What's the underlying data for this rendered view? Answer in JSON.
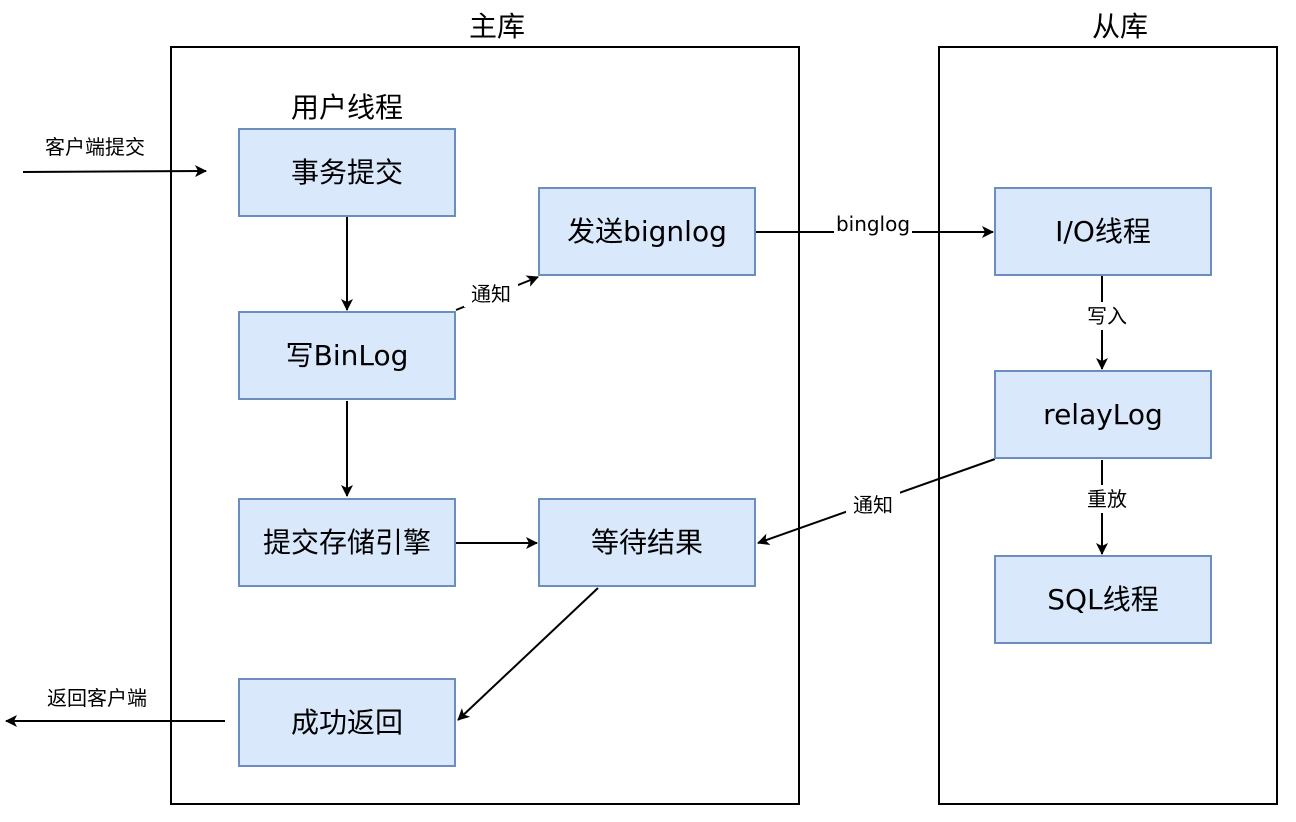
{
  "containers": {
    "master": {
      "title": "主库",
      "group_title": "用户线程"
    },
    "slave": {
      "title": "从库"
    }
  },
  "nodes": {
    "txn_commit": "事务提交",
    "write_binlog": "写BinLog",
    "send_binlog": "发送bignlog",
    "commit_engine": "提交存储引擎",
    "wait_result": "等待结果",
    "return_success": "成功返回",
    "io_thread": "I/O线程",
    "relay_log": "relayLog",
    "sql_thread": "SQL线程"
  },
  "edges": {
    "client_commit": "客户端提交",
    "return_client": "返回客户端",
    "notify_send": "通知",
    "binlog_transfer": "binglog",
    "write_in": "写入",
    "notify_wait": "通知",
    "replay": "重放"
  },
  "colors": {
    "node_fill": "#dae8fc",
    "node_stroke": "#6c8ebf",
    "line": "#000000"
  }
}
